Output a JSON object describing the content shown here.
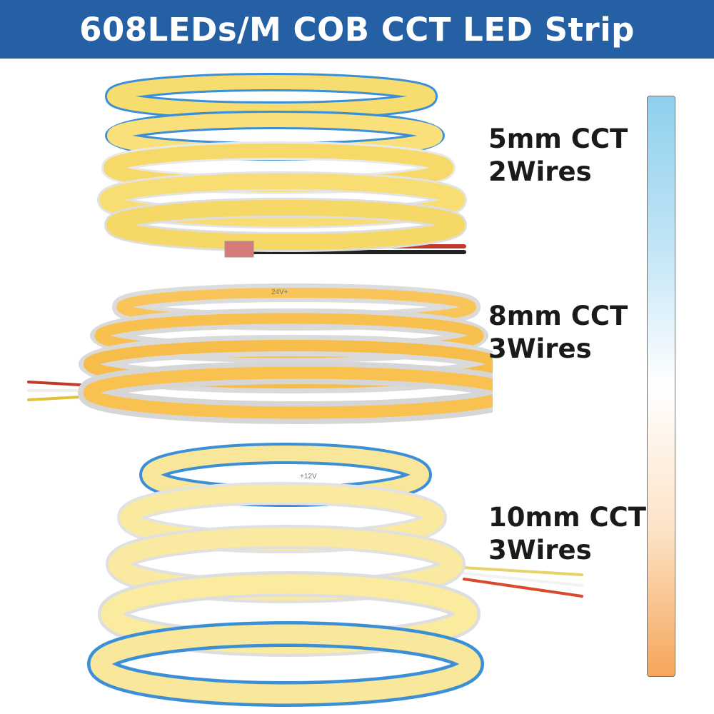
{
  "banner": {
    "title": "608LEDs/M COB CCT LED Strip",
    "background": "#2460a3"
  },
  "products": [
    {
      "size": "5mm CCT",
      "wires": "2Wires"
    },
    {
      "size": "8mm CCT",
      "wires": "3Wires"
    },
    {
      "size": "10mm CCT",
      "wires": "3Wires"
    }
  ],
  "strip_markings": {
    "voltage_8mm": "24V+",
    "voltage_10mm": "+12V"
  },
  "cct_bar": {
    "cool_color": "#8fd0ee",
    "neutral_color": "#ffffff",
    "warm_color": "#f6a65a"
  }
}
